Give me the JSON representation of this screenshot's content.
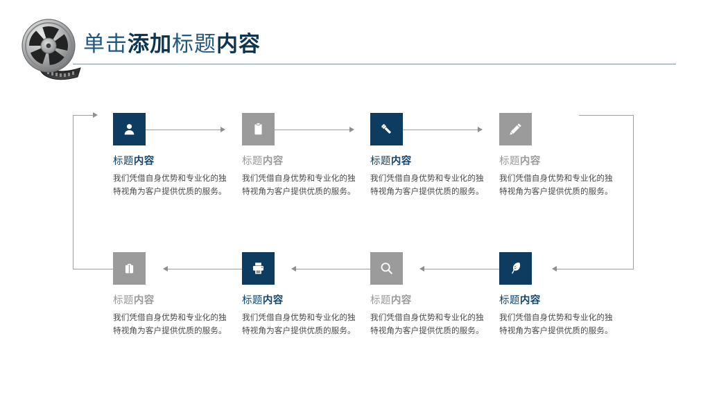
{
  "slide": {
    "background": "#ffffff",
    "accent_navy": "#0e3c60",
    "accent_gray": "#9b9b9b",
    "divider_color": "#7f94ab"
  },
  "header": {
    "logo_icon": "film-reel-icon",
    "title_part_1": "单击",
    "title_part_2": "添加",
    "title_part_3": "标题",
    "title_part_4": "内容",
    "title_full": "单击添加标题内容"
  },
  "diagram": {
    "body_text": "我们凭借自身优势和专业化的独特视角为客户提供优质的服务。",
    "title_prefix": "标题",
    "title_suffix": "内容",
    "top_row": [
      {
        "icon": "person-icon",
        "style": "navy",
        "title_prefix": "标题",
        "title_suffix": "内容",
        "body": "我们凭借自身优势和专业化的独特视角为客户提供优质的服务。"
      },
      {
        "icon": "clipboard-icon",
        "style": "gray",
        "title_prefix": "标题",
        "title_suffix": "内容",
        "body": "我们凭借自身优势和专业化的独特视角为客户提供优质的服务。"
      },
      {
        "icon": "flashlight-icon",
        "style": "navy",
        "title_prefix": "标题",
        "title_suffix": "内容",
        "body": "我们凭借自身优势和专业化的独特视角为客户提供优质的服务。"
      },
      {
        "icon": "pencil-icon",
        "style": "gray",
        "title_prefix": "标题",
        "title_suffix": "内容",
        "body": "我们凭借自身优势和专业化的独特视角为客户提供优质的服务。"
      }
    ],
    "bottom_row": [
      {
        "icon": "briefcase-icon",
        "style": "gray",
        "title_prefix": "标题",
        "title_suffix": "内容",
        "body": "我们凭借自身优势和专业化的独特视角为客户提供优质的服务。"
      },
      {
        "icon": "printer-icon",
        "style": "navy",
        "title_prefix": "标题",
        "title_suffix": "内容",
        "body": "我们凭借自身优势和专业化的独特视角为客户提供优质的服务。"
      },
      {
        "icon": "search-icon",
        "style": "gray",
        "title_prefix": "标题",
        "title_suffix": "内容",
        "body": "我们凭借自身优势和专业化的独特视角为客户提供优质的服务。"
      },
      {
        "icon": "feather-icon",
        "style": "navy",
        "title_prefix": "标题",
        "title_suffix": "内容",
        "body": "我们凭借自身优势和专业化的独特视角为客户提供优质的服务。"
      }
    ]
  }
}
